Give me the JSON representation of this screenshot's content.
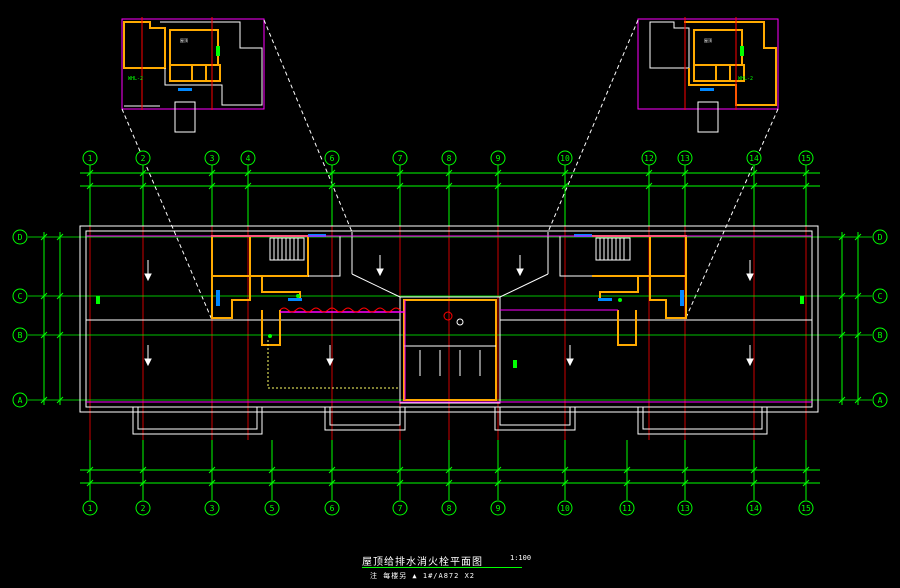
{
  "drawing": {
    "title": "屋顶给排水消火栓平面图",
    "scale": "1:100",
    "subtitle": "注 每楼另 ▲ 1#/A872 X2"
  },
  "grid": {
    "top_columns": [
      "1",
      "2",
      "3",
      "4",
      "6",
      "7",
      "8",
      "9",
      "10",
      "12",
      "13",
      "14",
      "15"
    ],
    "bottom_columns": [
      "1",
      "2",
      "3",
      "5",
      "6",
      "7",
      "8",
      "9",
      "10",
      "11",
      "13",
      "14",
      "15"
    ],
    "rows": [
      "D",
      "C",
      "B",
      "A"
    ]
  },
  "colors": {
    "background": "#000000",
    "axis_green": "#00ff00",
    "wall_white": "#ffffff",
    "wall_orange": "#ffaa00",
    "pipe_red": "#ff0000",
    "pipe_magenta": "#ff00ff",
    "pipe_blue": "#0088ff"
  }
}
